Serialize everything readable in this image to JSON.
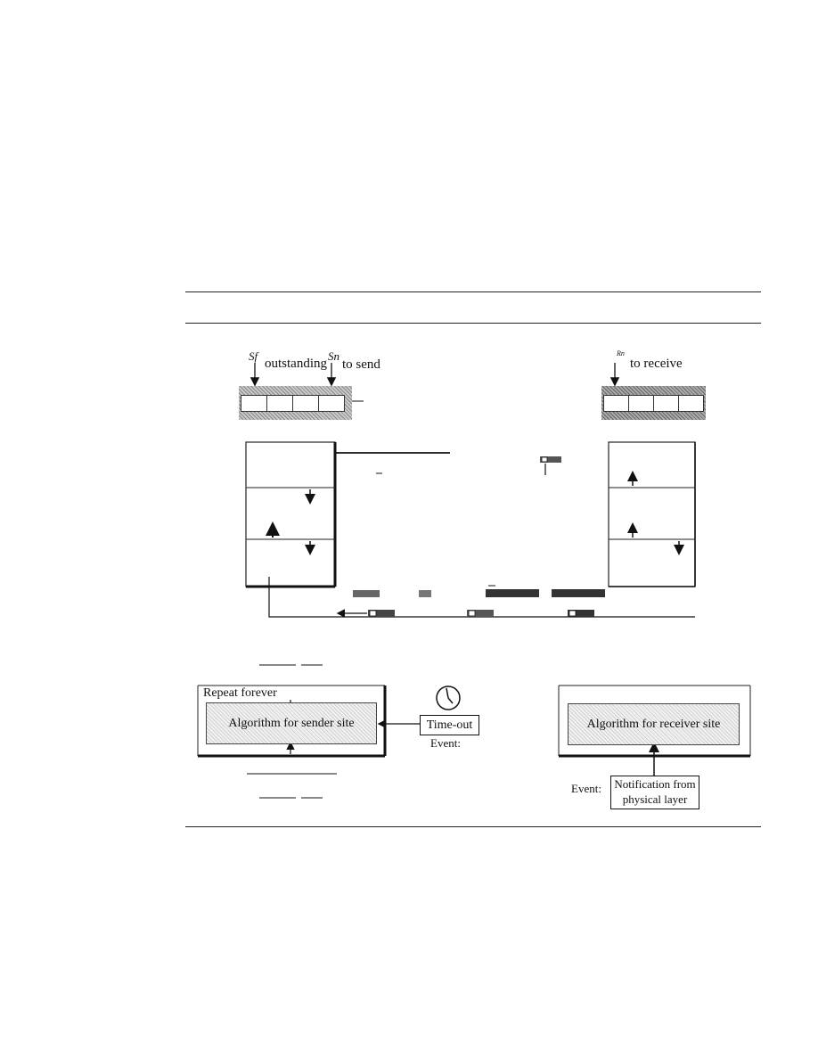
{
  "sender_window": {
    "sf_label": "Sf",
    "outstanding_label": "outstanding",
    "sn_label": "Sn",
    "to_send_label": "to send"
  },
  "receiver_window": {
    "rn_label": "Rn",
    "to_receive_label": "to receive"
  },
  "sender_algorithm": {
    "repeat_label": "Repeat forever",
    "algorithm_label": "Algorithm for sender site",
    "timeout_label": "Time-out",
    "event_label": "Event:"
  },
  "receiver_algorithm": {
    "algorithm_label": "Algorithm for receiver site",
    "event_label": "Event:",
    "notification_label": "Notification from physical layer"
  }
}
